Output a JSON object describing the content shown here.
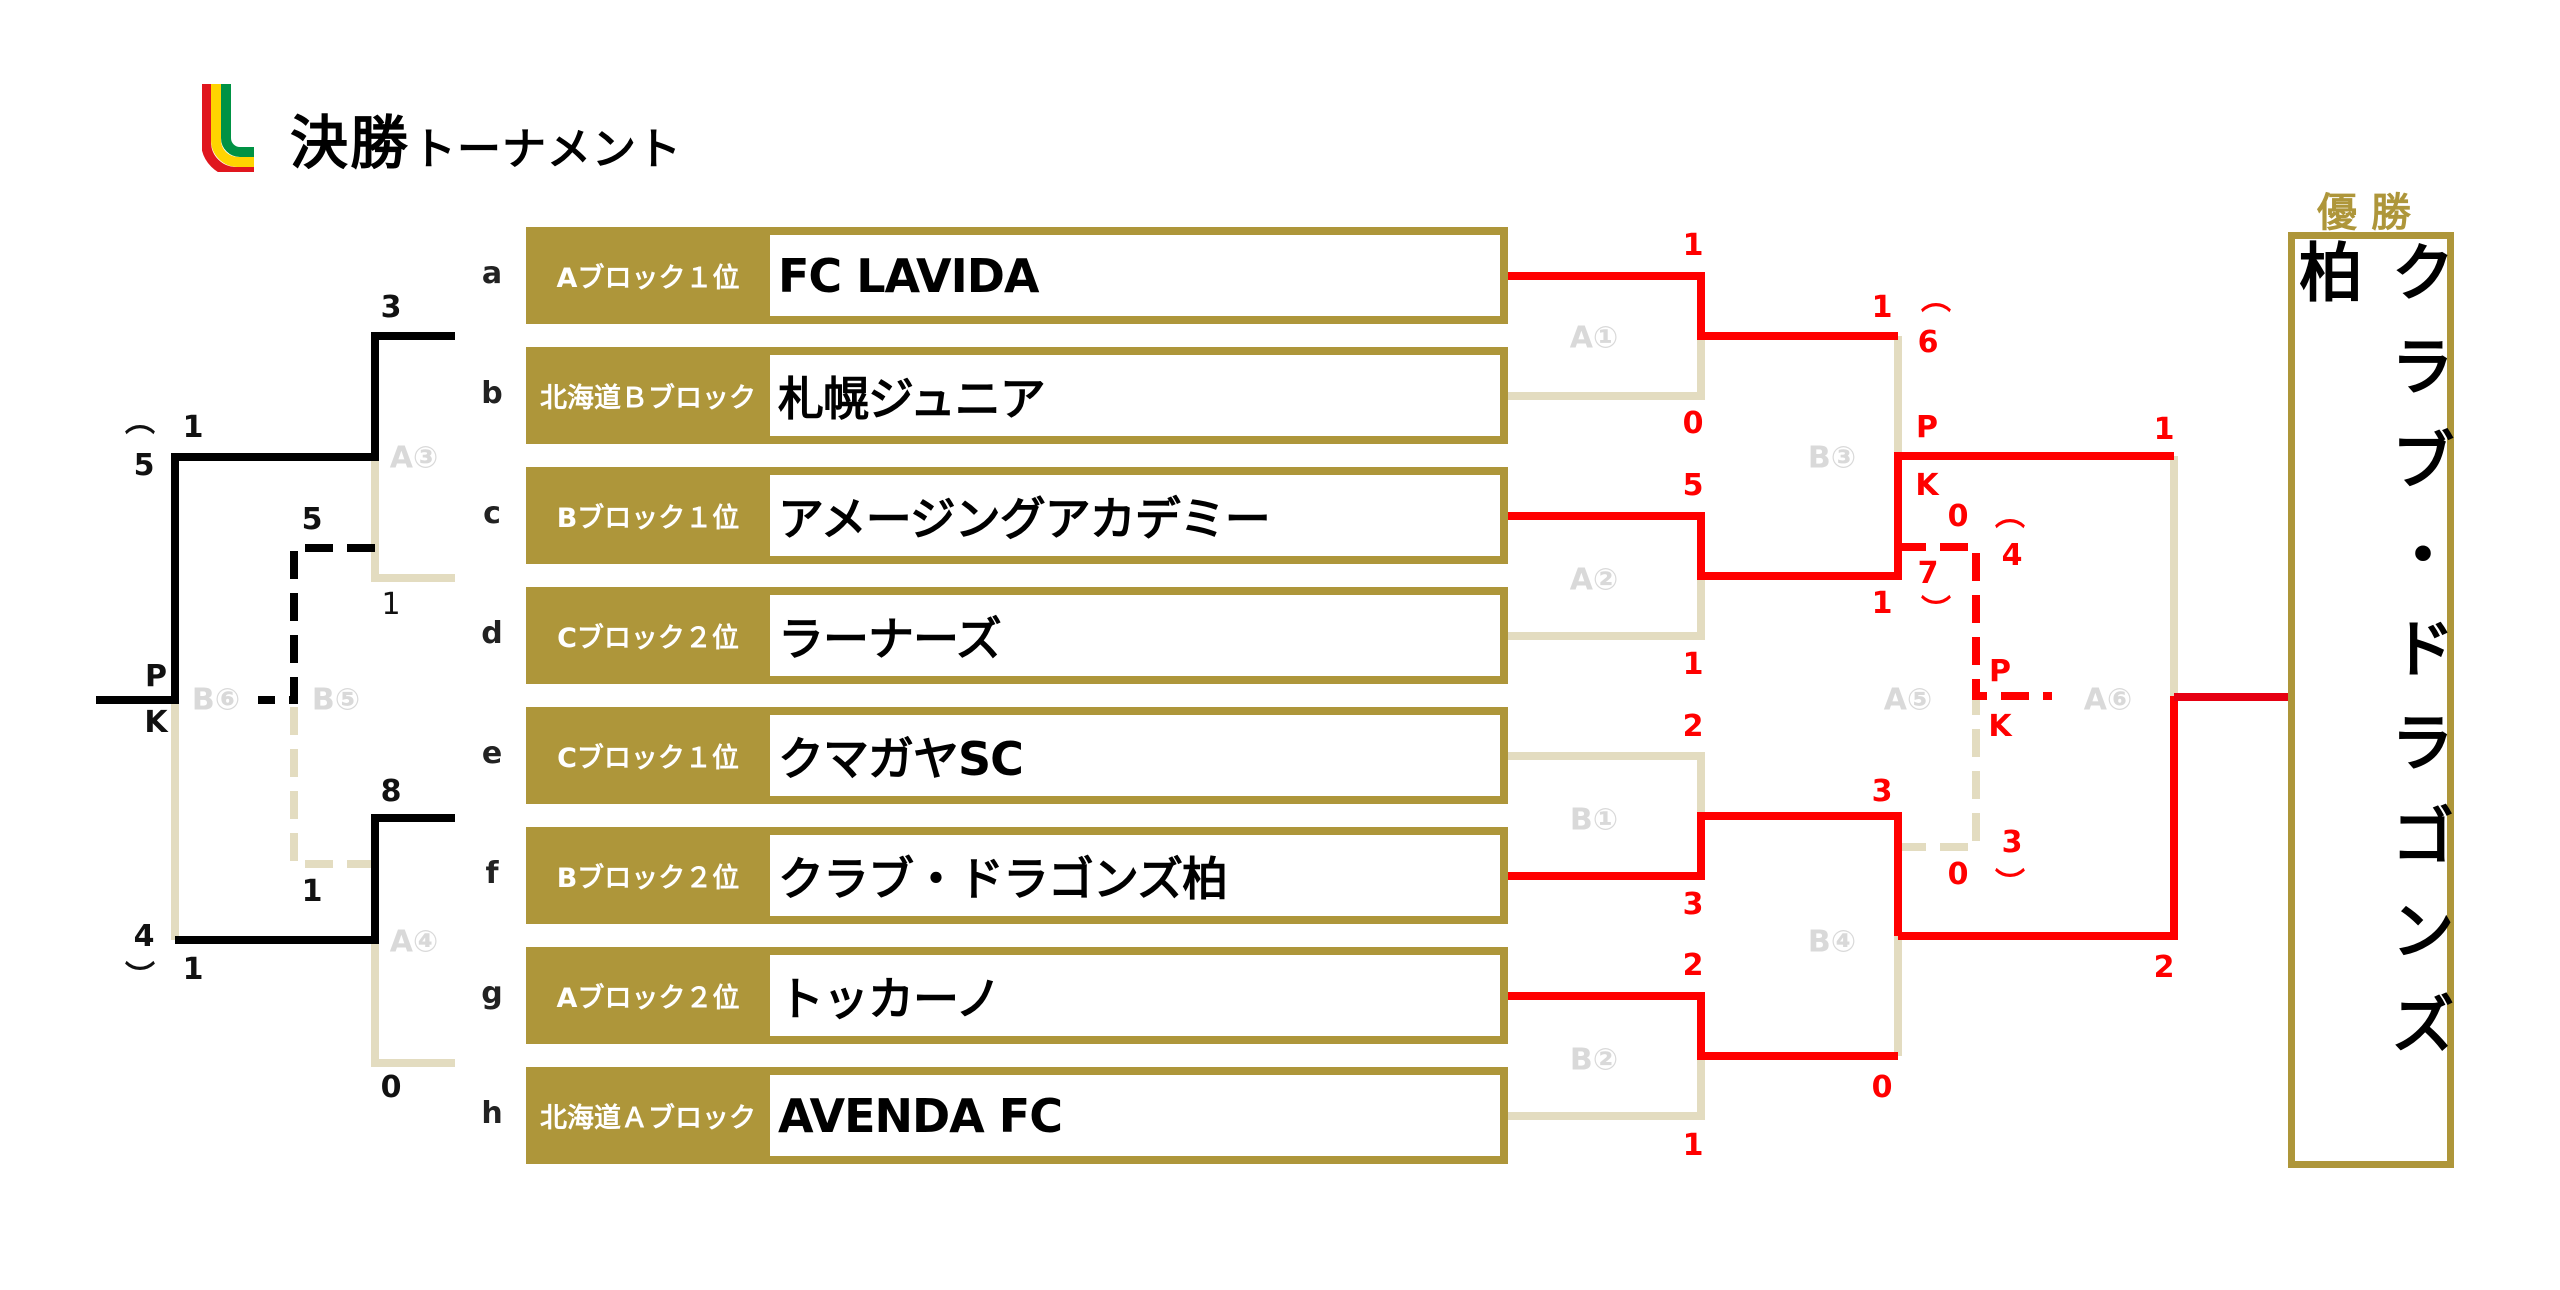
{
  "header": {
    "title_main": "決勝",
    "title_sub": "トーナメント",
    "logo_colors": [
      "#e0161e",
      "#ffd400",
      "#009244"
    ]
  },
  "colors": {
    "gold": "#ae963a",
    "winner_line": "#ff0000",
    "third_place_line": "#000000",
    "inactive_line": "#e3dcc0",
    "match_id": "#d9d9d9"
  },
  "teams": [
    {
      "letter": "a",
      "label": "Aブロック１位",
      "name": "FC LAVIDA"
    },
    {
      "letter": "b",
      "label": "北海道Ｂブロック",
      "name": "札幌ジュニア"
    },
    {
      "letter": "c",
      "label": "Bブロック１位",
      "name": "アメージングアカデミー"
    },
    {
      "letter": "d",
      "label": "Cブロック２位",
      "name": "ラーナーズ"
    },
    {
      "letter": "e",
      "label": "Cブロック１位",
      "name": "クマガヤSC"
    },
    {
      "letter": "f",
      "label": "Bブロック２位",
      "name": "クラブ・ドラゴンズ柏"
    },
    {
      "letter": "g",
      "label": "Aブロック２位",
      "name": "トッカーノ"
    },
    {
      "letter": "h",
      "label": "北海道Ａブロック",
      "name": "AVENDA FC"
    }
  ],
  "matches": {
    "A1": {
      "id": "A①",
      "top_score": "1",
      "bottom_score": "0"
    },
    "A2": {
      "id": "A②",
      "top_score": "5",
      "bottom_score": "1"
    },
    "B1": {
      "id": "B①",
      "top_score": "2",
      "bottom_score": "3"
    },
    "B2": {
      "id": "B②",
      "top_score": "2",
      "bottom_score": "1"
    },
    "B3": {
      "id": "B③",
      "top_score": "1",
      "bottom_score": "1",
      "pk_label_p": "P",
      "pk_label_k": "K",
      "pk_top": "6",
      "pk_bottom": "7"
    },
    "B4": {
      "id": "B④",
      "top_score": "3",
      "bottom_score": "0"
    },
    "A5": {
      "id": "A⑤",
      "top_score": "0",
      "bottom_score": "0",
      "pk_label_p": "P",
      "pk_label_k": "K",
      "pk_top": "4",
      "pk_bottom": "3"
    },
    "A6": {
      "id": "A⑥",
      "top_score": "1",
      "bottom_score": "2"
    },
    "A3": {
      "id": "A③",
      "top_score": "3",
      "bottom_score": "1"
    },
    "A4": {
      "id": "A④",
      "top_score": "8",
      "bottom_score": "0"
    },
    "B5": {
      "id": "B⑤",
      "top_score": "5",
      "bottom_score": "1"
    },
    "B6": {
      "id": "B⑥",
      "top_score": "1",
      "bottom_score": "1",
      "pk_label_p": "P",
      "pk_label_k": "K",
      "pk_top": "5",
      "pk_bottom": "4"
    }
  },
  "winner": {
    "title": "優勝",
    "name": "クラブ・ドラゴンズ柏"
  },
  "paren_open": "︵",
  "paren_close": "︶"
}
